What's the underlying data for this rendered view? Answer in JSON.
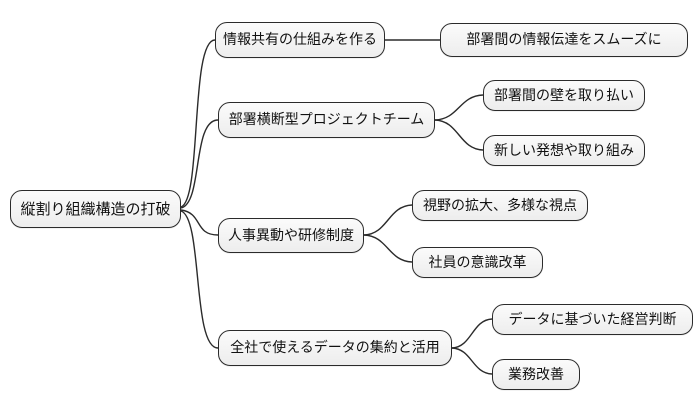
{
  "diagram": {
    "type": "mindmap",
    "root": {
      "label": "縦割り組織構造の打破"
    },
    "branches": [
      {
        "label": "情報共有の仕組みを作る",
        "children": [
          {
            "label": "部署間の情報伝達をスムーズに"
          }
        ]
      },
      {
        "label": "部署横断型プロジェクトチーム",
        "children": [
          {
            "label": "部署間の壁を取り払い"
          },
          {
            "label": "新しい発想や取り組み"
          }
        ]
      },
      {
        "label": "人事異動や研修制度",
        "children": [
          {
            "label": "視野の拡大、多様な視点"
          },
          {
            "label": "社員の意識改革"
          }
        ]
      },
      {
        "label": "全社で使えるデータの集約と活用",
        "children": [
          {
            "label": "データに基づいた経営判断"
          },
          {
            "label": "業務改善"
          }
        ]
      }
    ],
    "colors": {
      "background": "#ffffff",
      "node_fill": "#ededed",
      "node_border": "#2b2b2b",
      "connector": "#2b2b2b",
      "text": "#111111"
    }
  }
}
